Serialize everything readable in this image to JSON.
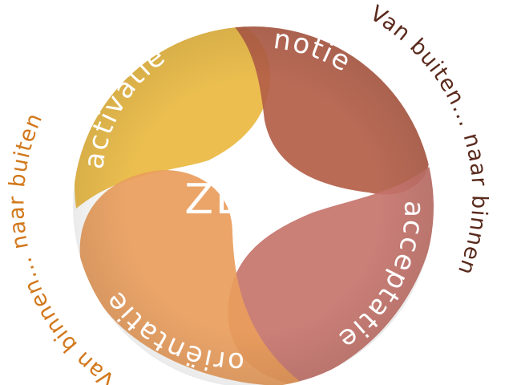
{
  "diagram": {
    "center": {
      "label": "ZELF"
    },
    "segments": [
      {
        "id": "activatie",
        "label": "activatie",
        "color": "#e9b840"
      },
      {
        "id": "notie",
        "label": "notie",
        "color": "#b35e48"
      },
      {
        "id": "acceptatie",
        "label": "acceptatie",
        "color": "#c5746b"
      },
      {
        "id": "orientatie",
        "label": "oriëntatie",
        "color": "#e99d5c"
      }
    ],
    "outer_text": [
      {
        "id": "left",
        "label": "Van binnen... naar buiten",
        "color": "#d2781c"
      },
      {
        "id": "right",
        "label": "Van buiten... naar binnen",
        "color": "#5a2a1c"
      }
    ]
  }
}
